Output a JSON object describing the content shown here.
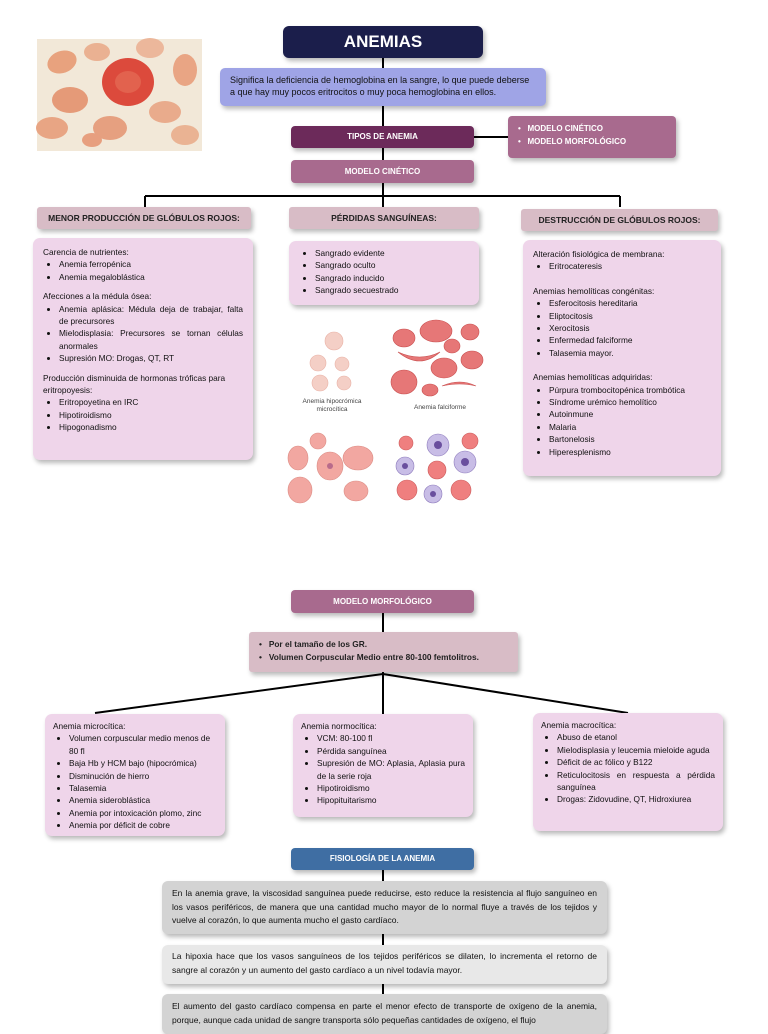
{
  "title": "ANEMIAS",
  "definition": "Significa la deficiencia de hemoglobina en la sangre, lo que puede deberse a que hay muy pocos eritrocitos o muy poca hemoglobina en ellos.",
  "tipos_label": "TIPOS DE ANEMIA",
  "tipos_list": [
    "MODELO CINÉTICO",
    "MODELO MORFOLÓGICO"
  ],
  "cinetico": {
    "label": "MODELO CINÉTICO",
    "menor": {
      "title": "MENOR PRODUCCIÓN DE GLÓBULOS ROJOS:",
      "g1_head": "Carencia de nutrientes:",
      "g1_items": [
        "Anemia ferropénica",
        "Anemia megaloblástica"
      ],
      "g2_head": "Afecciones a la médula ósea:",
      "g2_items": [
        "Anemia aplásica: Médula deja de trabajar, falta de precursores",
        "Mielodisplasia: Precursores se tornan células anormales",
        "Supresión MO: Drogas, QT, RT"
      ],
      "g3_head": "Producción disminuida de hormonas tróficas para eritropoyesis:",
      "g3_items": [
        "Eritropoyetina en IRC",
        "Hipotiroidismo",
        "Hipogonadismo"
      ]
    },
    "perdidas": {
      "title": "PÉRDIDAS SANGUÍNEAS:",
      "items": [
        "Sangrado evidente",
        "Sangrado oculto",
        "Sangrado inducido",
        "Sangrado secuestrado"
      ]
    },
    "destruccion": {
      "title": "DESTRUCCIÓN DE GLÓBULOS ROJOS:",
      "g1_head": "Alteración fisiológica de membrana:",
      "g1_items": [
        "Eritrocateresis"
      ],
      "g2_head": "Anemias hemolíticas congénitas:",
      "g2_items": [
        "Esferocitosis hereditaria",
        "Eliptocitosis",
        "Xerocitosis",
        "Enfermedad falciforme",
        "Talasemia mayor."
      ],
      "g3_head": "Anemias hemolíticas adquiridas:",
      "g3_items": [
        "Púrpura trombocitopénica trombótica",
        "Síndrome urémico hemolítico",
        "Autoinmune",
        "Malaria",
        "Bartonelosis",
        "Hiperesplenismo"
      ]
    },
    "img_labels": [
      "Anemia hipocrómica microcítica",
      "Anemia falciforme"
    ]
  },
  "morfologico": {
    "label": "MODELO MORFOLÓGICO",
    "criteria": [
      "Por el tamaño de los GR.",
      "Volumen Corpuscular Medio entre 80-100 femtolitros."
    ],
    "micro": {
      "head": "Anemia microcítica:",
      "items": [
        "Volumen corpuscular medio menos de 80 fl",
        "Baja Hb y HCM bajo (hipocrómica)",
        "Disminución de hierro",
        "Talasemia",
        "Anemia sideroblástica",
        "Anemia por intoxicación plomo, zinc",
        "Anemia por déficit de cobre"
      ]
    },
    "normo": {
      "head": "Anemia normocítica:",
      "items": [
        "VCM: 80-100 fl",
        "Pérdida sanguínea",
        "Supresión de MO: Aplasia, Aplasia pura de la serie roja",
        "Hipotiroidismo",
        "Hipopituitarismo"
      ]
    },
    "macro": {
      "head": "Anemia macrocítica:",
      "items": [
        "Abuso de etanol",
        "Mielodisplasia y leucemia mieloide aguda",
        "Déficit de ac fólico y B122",
        "Reticulocitosis en respuesta a pérdida sanguínea",
        "Drogas: Zidovudine, QT, Hidroxiurea"
      ]
    }
  },
  "fisiologia": {
    "label": "FISIOLOGÍA DE LA ANEMIA",
    "p1": "En la anemia grave, la viscosidad sanguínea puede reducirse, esto reduce la resistencia al flujo sanguíneo en los vasos periféricos, de manera que una cantidad mucho mayor de lo normal fluye a través de los tejidos y vuelve al corazón, lo que aumenta mucho el gasto cardíaco.",
    "p2": "La hipoxia hace que los vasos sanguíneos de los tejidos periféricos se dilaten, lo incrementa el retorno de sangre al corazón y un aumento del gasto cardíaco a un nivel todavía mayor.",
    "p3": "El aumento del gasto cardíaco compensa en parte el menor efecto de transporte de oxígeno de la anemia, porque, aunque cada unidad de sangre transporta sólo pequeñas cantidades de oxígeno, el flujo"
  },
  "colors": {
    "title_bg": "#1b1e4b",
    "definition_bg": "#9fa4e6",
    "dark_pill": "#6c2a5a",
    "mid_pill": "#a86a8e",
    "card_bg": "#efd5ea",
    "cat_bg": "#d8bcc6",
    "blue_pill": "#3f6ea3",
    "grey_box": "#d3d3d3"
  }
}
